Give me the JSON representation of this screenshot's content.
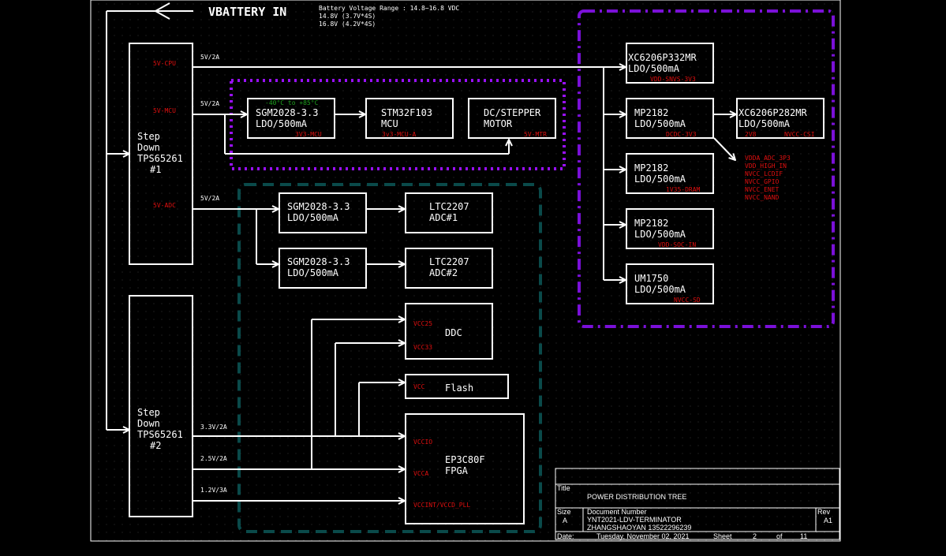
{
  "title": "VBATTERY IN",
  "battery_note": {
    "line1": "Battery Voltage Range : 14.8~16.8 VDC",
    "line2": "14.8V (3.7V*4S)",
    "line3": "16.8V (4.2V*4S)"
  },
  "stepdown1": {
    "line1": "Step",
    "line2": "Down",
    "line3": "TPS65261",
    "line4": "#1",
    "pin_cpu": "5V-CPU",
    "pin_mcu": "5V-MCU",
    "pin_adc": "5V-ADC",
    "out_cpu": "5V/2A",
    "out_mcu": "5V/2A",
    "out_adc": "5V/2A"
  },
  "stepdown2": {
    "line1": "Step",
    "line2": "Down",
    "line3": "TPS65261",
    "line4": "#2",
    "out1": "3.3V/2A",
    "out2": "2.5V/2A",
    "out3": "1.2V/3A"
  },
  "mcu_group": {
    "temp_note": "-40°C to +85°C",
    "sgm": {
      "line1": "SGM2028-3.3",
      "line2": "LDO/500mA",
      "net": "3V3-MCU"
    },
    "stm": {
      "line1": "STM32F103",
      "line2": "MCU",
      "net": "3v3-MCU-A"
    },
    "motor": {
      "line1": "DC/STEPPER",
      "line2": "MOTOR",
      "net": "5V-MTR"
    }
  },
  "adc_group": {
    "sgm1": {
      "line1": "SGM2028-3.3",
      "line2": "LDO/500mA"
    },
    "sgm2": {
      "line1": "SGM2028-3.3",
      "line2": "LDO/500mA"
    },
    "adc1": {
      "line1": "LTC2207",
      "line2": "ADC#1"
    },
    "adc2": {
      "line1": "LTC2207",
      "line2": "ADC#2"
    },
    "ddc": {
      "label": "DDC",
      "pin1": "VCC25",
      "pin2": "VCC33"
    },
    "flash": {
      "label": "Flash",
      "pin": "VCC"
    },
    "fpga": {
      "line1": "EP3C80F",
      "line2": "FPGA",
      "pin1": "VCCIO",
      "pin2": "VCCA",
      "pin3": "VCCINT/VCCD_PLL"
    }
  },
  "cpu_group": {
    "xc332": {
      "line1": "XC6206P332MR",
      "line2": "LDO/500mA",
      "net": "VDD-SNVS-3V3"
    },
    "mp1": {
      "line1": "MP2182",
      "line2": "LDO/500mA",
      "net": "DCDC-3V3"
    },
    "xc282": {
      "line1": "XC6206P282MR",
      "line2": "LDO/500mA",
      "net1": "2V8",
      "net2": "NVCC-CSI"
    },
    "mp2": {
      "line1": "MP2182",
      "line2": "LDO/500mA",
      "net": "1V35-DRAM"
    },
    "mp3": {
      "line1": "MP2182",
      "line2": "LDO/500mA",
      "net": "VDD-SOC-IN"
    },
    "um": {
      "line1": "UM1750",
      "line2": "LDO/500mA",
      "net": "NVCC-SD"
    },
    "rail_list": [
      "VDDA_ADC_3P3",
      "VDD_HIGH_IN",
      "NVCC_LCDIF",
      "NVCC_GPIO",
      "NVCC_ENET",
      "NVCC_NAND"
    ]
  },
  "title_block": {
    "title_label": "Title",
    "title_value": "POWER DISTRIBUTION TREE",
    "size_label": "Size",
    "size_value": "A",
    "docnum_label": "Document Number",
    "docnum_value": "YNT2021-LDV-TERMINATOR",
    "author": "ZHANGSHAOYAN 13522296239",
    "rev_label": "Rev",
    "rev_value": "A1",
    "date_label": "Date:",
    "date_value": "Tuesday, November 02, 2021",
    "sheet_label": "Sheet",
    "sheet_value": "2",
    "of_label": "of",
    "of_value": "11"
  },
  "colors": {
    "background": "#000000",
    "wire": "#ffffff",
    "net_label": "#e01010",
    "cpu_group_border": "#7a10d8",
    "mcu_group_border": "#9a10ff",
    "adc_group_border": "#0a4a4a"
  }
}
